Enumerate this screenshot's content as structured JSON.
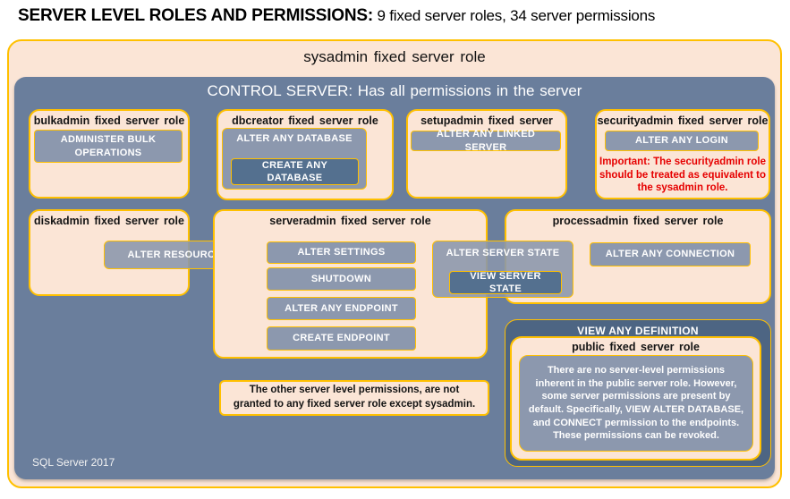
{
  "title": {
    "main": "SERVER LEVEL ROLES AND PERMISSIONS:",
    "sub": "9 fixed server roles, 34 server permissions"
  },
  "sysadmin": {
    "label": "sysadmin fixed server role"
  },
  "control": {
    "header": "CONTROL SERVER: Has all permissions in the server",
    "footer": "SQL Server 2017"
  },
  "roles": {
    "bulkadmin": {
      "label": "bulkadmin fixed server role",
      "perm": "ADMINISTER BULK OPERATIONS"
    },
    "dbcreator": {
      "label": "dbcreator fixed server role",
      "perm_outer": "ALTER ANY DATABASE",
      "perm_inner": "CREATE ANY DATABASE"
    },
    "setupadmin": {
      "label": "setupadmin fixed server role",
      "perm": "ALTER ANY LINKED SERVER"
    },
    "securityadmin": {
      "label": "securityadmin fixed server role",
      "perm": "ALTER ANY LOGIN",
      "warning": "Important: The securityadmin role should be treated as equivalent to the sysadmin role."
    },
    "diskadmin": {
      "label": "diskadmin fixed server role",
      "perm": "ALTER RESOURCES"
    },
    "serveradmin": {
      "label": "serveradmin fixed server role",
      "perms": [
        "ALTER SETTINGS",
        "SHUTDOWN",
        "ALTER ANY ENDPOINT",
        "CREATE ENDPOINT"
      ]
    },
    "processadmin": {
      "label": "processadmin fixed server role",
      "perm": "ALTER ANY CONNECTION"
    }
  },
  "floating": {
    "alter_server_state": "ALTER SERVER STATE",
    "view_server_state": "VIEW SERVER STATE"
  },
  "note": "The other server level permissions, are not granted to any fixed server role except sysadmin.",
  "view_any_definition": {
    "label": "VIEW ANY DEFINITION",
    "public_role": {
      "label": "public fixed server role",
      "description": "There are no server-level permissions inherent in the public server role. However, some server permissions are present by default. Specifically, VIEW ALTER DATABASE, and CONNECT permission to the endpoints. These permissions can be revoked."
    }
  },
  "colors": {
    "gold_border": "#FFC000",
    "peach_fill": "#FBE5D6",
    "slate_panel": "#6A7E9C",
    "permission_gray": "#8C98AE",
    "nested_dark": "#54708F",
    "definition_panel": "#4D6583",
    "warning_red": "#E60000"
  }
}
